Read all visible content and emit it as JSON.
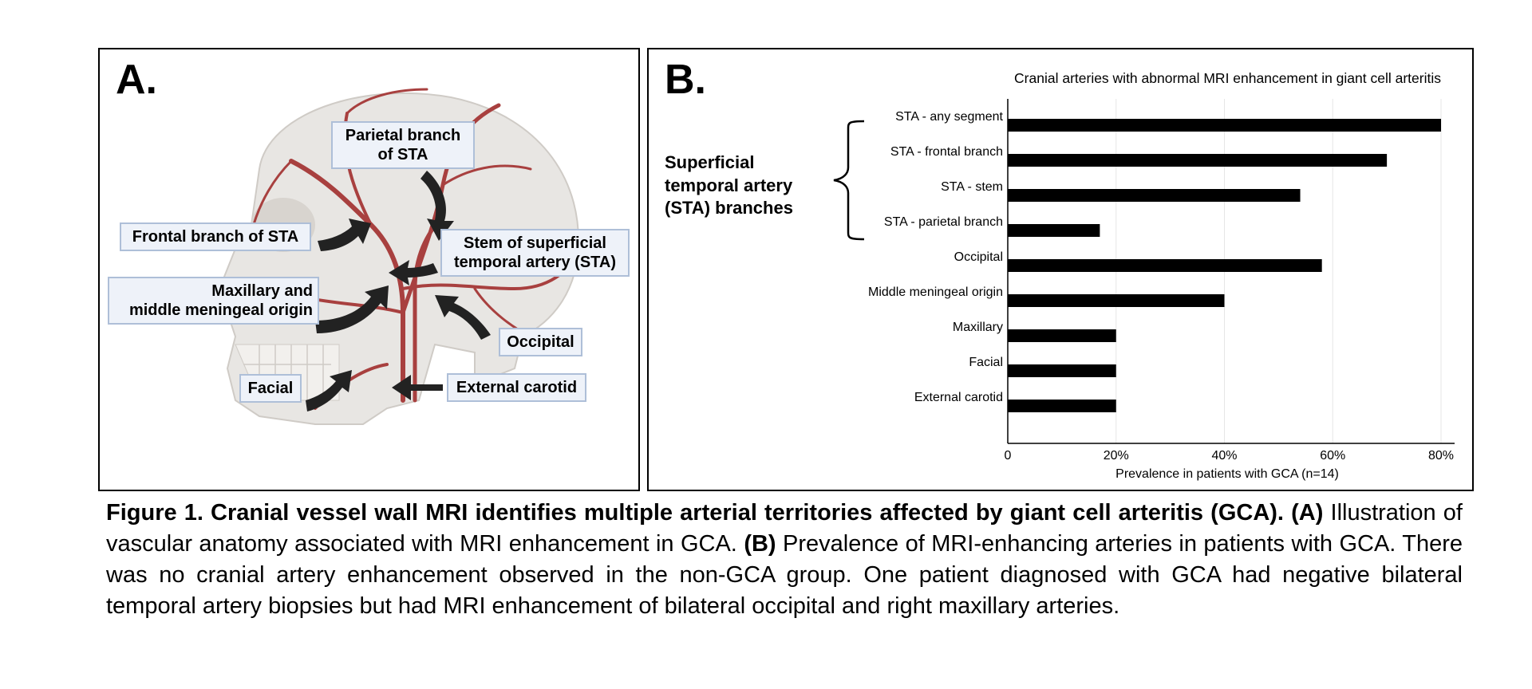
{
  "panel_a": {
    "letter": "A.",
    "labels": {
      "parietal": [
        "Parietal branch",
        "of STA"
      ],
      "frontal": "Frontal branch of STA",
      "stem": [
        "Stem of superficial",
        "temporal artery (STA)"
      ],
      "maxillary": [
        "Maxillary and",
        "middle meningeal origin"
      ],
      "occipital": "Occipital",
      "facial": "Facial",
      "external": "External carotid"
    },
    "colors": {
      "artery": "#a8403f",
      "skull": "#e8e6e3",
      "callout_bg": "#eef2f9",
      "callout_border": "#aebfd8"
    }
  },
  "panel_b": {
    "letter": "B.",
    "group_label": [
      "Superficial",
      "temporal artery",
      "(STA) branches"
    ]
  },
  "chart_data": {
    "type": "bar",
    "orientation": "horizontal",
    "title": "Cranial arteries with abnormal MRI enhancement in giant cell arteritis",
    "categories": [
      "STA - any segment",
      "STA - frontal branch",
      "STA - stem",
      "STA - parietal branch",
      "Occipital",
      "Middle meningeal origin",
      "Maxillary",
      "Facial",
      "External carotid"
    ],
    "values": [
      80,
      70,
      54,
      17,
      58,
      40,
      20,
      20,
      20
    ],
    "xlabel": "Prevalence in patients with GCA (n=14)",
    "xticks": [
      "0",
      "20%",
      "40%",
      "60%",
      "80%"
    ],
    "xlim": [
      0,
      80
    ],
    "bar_color": "#000000",
    "grid": "vertical"
  },
  "caption": {
    "title": "Figure 1. Cranial vessel wall MRI identifies multiple arterial territories affected by giant cell arteritis (GCA).",
    "a_label": "(A)",
    "a_text": "Illustration of vascular anatomy associated with MRI enhancement in GCA.",
    "b_label": "(B)",
    "b_text": "Prevalence of MRI-enhancing arteries in patients with GCA. There was no cranial artery enhancement observed in the non-GCA group. One patient diagnosed with GCA had negative bilateral temporal artery biopsies but had MRI enhancement of bilateral occipital and right maxillary arteries."
  }
}
